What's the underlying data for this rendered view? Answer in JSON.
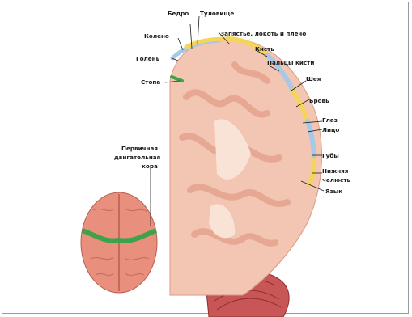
{
  "labels": {
    "bedro": "Бедро",
    "tulovishche": "Туловище",
    "koleno": "Колено",
    "zapyastye": "Запястье, локоть и плечо",
    "golen": "Голень",
    "kist": "Кисть",
    "paltsy": "Пальцы кисти",
    "stopa": "Стопа",
    "sheya": "Шея",
    "brov": "Бровь",
    "glaz": "Глаз",
    "litso": "Лицо",
    "guby": "Губы",
    "nizhnyaya": "Нижняя",
    "chelyust": "челюсть",
    "yazyk": "Язык",
    "primary_1": "Первичная",
    "primary_2": "двигательная",
    "primary_3": "кора"
  },
  "colors": {
    "cortex": "#f3c6b3",
    "cortex_dark": "#e9ab98",
    "white_matter": "#f7dccd",
    "motor_yellow": "#f4d45a",
    "motor_blue": "#a7c8e6",
    "motor_green": "#3fa24a",
    "brain_top": "#e88f7d",
    "cerebellum": "#c64c4c",
    "lines": "#1f1f1f"
  }
}
